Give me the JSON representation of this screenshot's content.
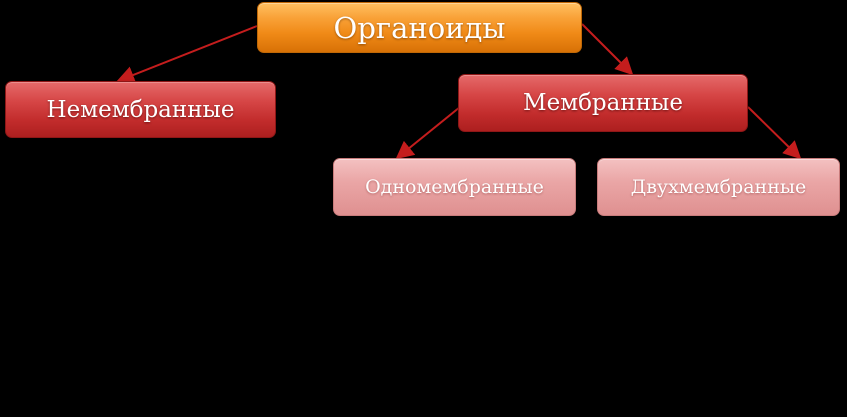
{
  "diagram": {
    "root": {
      "label": "Органоиды",
      "color": "#f29423"
    },
    "nodes": [
      {
        "id": "nemembrannye",
        "label": "Немембранные",
        "parent": "root",
        "color": "#c93434"
      },
      {
        "id": "membrannye",
        "label": "Мембранные",
        "parent": "root",
        "color": "#c93434"
      },
      {
        "id": "odnomembrannye",
        "label": "Одномембранные",
        "parent": "membrannye",
        "color": "#eaa6a6"
      },
      {
        "id": "dvuhmembrannye",
        "label": "Двухмембранные",
        "parent": "membrannye",
        "color": "#eaa6a6"
      }
    ],
    "arrow_color": "#c41d1d",
    "background": "#000000"
  }
}
